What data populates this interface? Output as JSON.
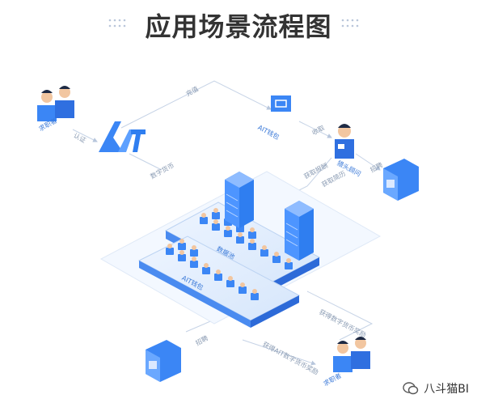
{
  "title": "应用场景流程图",
  "nodes": {
    "job_seeker_top": "求职者",
    "ait_wallet_top": "AIT钱包",
    "headhunter": "猎头顾问",
    "db_label": "数据池",
    "ait_wallet_platform": "AIT钱包",
    "job_seeker_bottom": "求职者",
    "ait_logo": "AIT"
  },
  "edges": {
    "e_left_up": "认证",
    "e_top": "充值",
    "e_to_ht": "收取",
    "e_ht_company": "招聘",
    "e_left_down": "数字货币",
    "e_center_a": "获取报酬",
    "e_center_b": "获取简历",
    "e_right_down": "获得数字货币奖励",
    "e_bottom_left": "招聘",
    "e_bottom_mid": "获得AIT数字货币奖励"
  },
  "watermark": "八斗猫BI",
  "colors": {
    "primary": "#2f7ef0",
    "primary_dark": "#1f5fcf",
    "light": "#d8e8ff",
    "skin": "#f2c6a0",
    "hair": "#1e2a44"
  }
}
